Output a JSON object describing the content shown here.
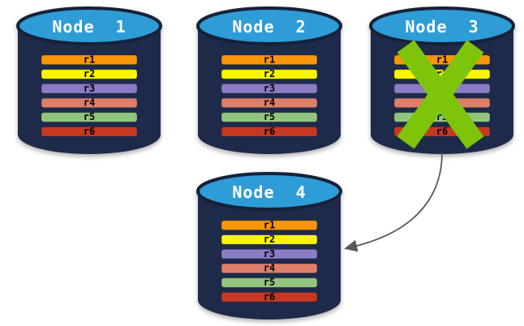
{
  "palette": {
    "cylinder_body": "#1E2A4A",
    "cylinder_top": "#2E9CD6",
    "cylinder_outline": "#152238",
    "bar_r1": "#F7960A",
    "bar_r2": "#FCF500",
    "bar_r3": "#8B7CC5",
    "bar_r4": "#DD7E6B",
    "bar_r5": "#93C47D",
    "bar_r6": "#C63823",
    "x_mark": "#7DC40A",
    "arrow": "#595959",
    "bar_text": "#000000",
    "title_text": "#FFFFFF"
  },
  "nodes": [
    {
      "title": "Node  1",
      "crossed_out": false,
      "bars": [
        "r1",
        "r2",
        "r3",
        "r4",
        "r5",
        "r6"
      ]
    },
    {
      "title": "Node  2",
      "crossed_out": false,
      "bars": [
        "r1",
        "r2",
        "r3",
        "r4",
        "r5",
        "r6"
      ]
    },
    {
      "title": "Node  3",
      "crossed_out": true,
      "bars": [
        "r1",
        "r2",
        "r3",
        "r4",
        "r5",
        "r6"
      ]
    },
    {
      "title": "Node  4",
      "crossed_out": false,
      "bars": [
        "r1",
        "r2",
        "r3",
        "r4",
        "r5",
        "r6"
      ]
    }
  ]
}
